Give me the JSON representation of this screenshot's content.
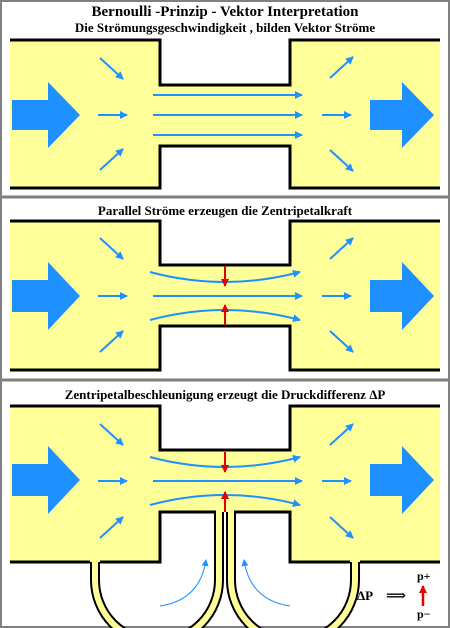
{
  "panel1": {
    "title": "Bernoulli -Prinzip - Vektor Interpretation",
    "subtitle": "Die Strömungsgeschwindigkeit , bilden Vektor Ströme"
  },
  "panel2": {
    "title": "Parallel Ströme erzeugen die Zentripetalkraft"
  },
  "panel3": {
    "title": "Zentripetalbeschleunigung erzeugt die Druckdifferenz  ΔP"
  },
  "legend": {
    "delta_p": "ΔP",
    "implies": "⟹",
    "p_plus": "p+",
    "p_minus": "p−"
  },
  "colors": {
    "fluid": "#FFFF99",
    "vector": "#1E90FF",
    "force": "#E00000",
    "wall": "#000000",
    "frame": "#808080"
  }
}
